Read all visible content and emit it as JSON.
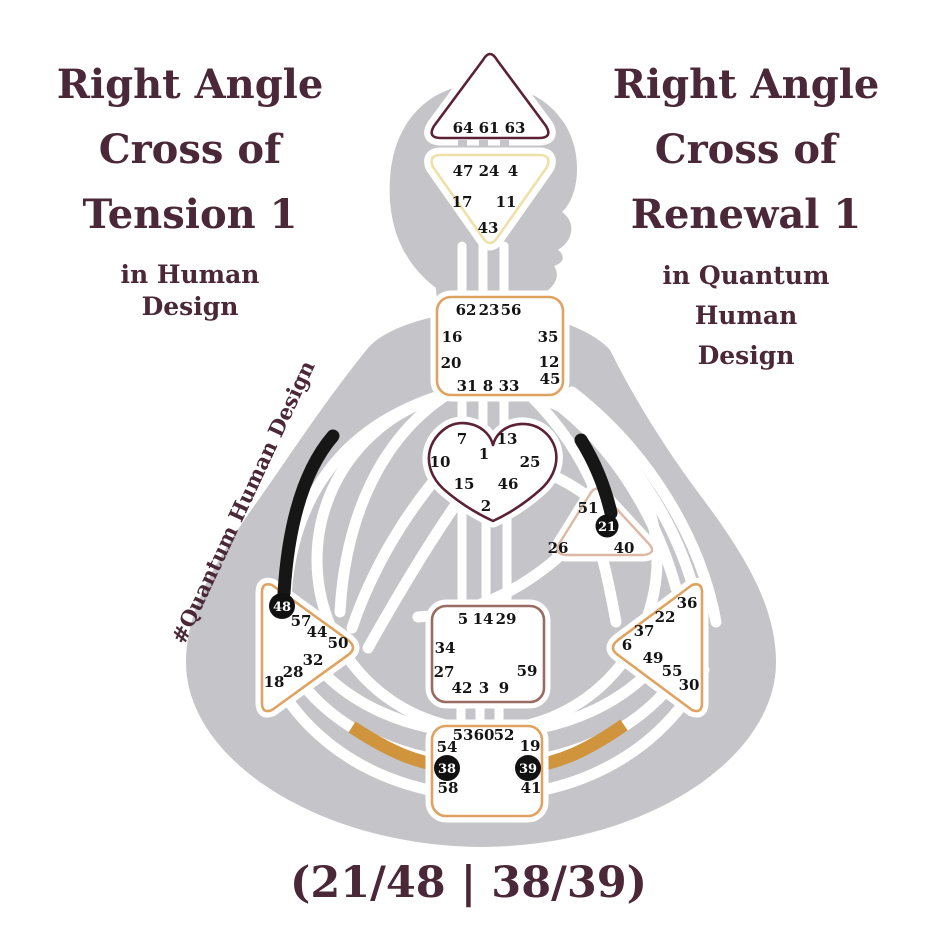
{
  "left_title": {
    "lines": [
      "Right Angle",
      "Cross of",
      "Tension 1"
    ],
    "sub_lines": [
      "in Human",
      "Design"
    ]
  },
  "right_title": {
    "lines": [
      "Right Angle",
      "Cross of",
      "Renewal 1"
    ],
    "sub_lines": [
      "in Quantum",
      "Human",
      "Design"
    ]
  },
  "hashtag": "#Quantum Human Design",
  "cross_notation": "(21/48 | 38/39)",
  "defined_gates": [
    "21",
    "48",
    "38",
    "39"
  ],
  "colors": {
    "maroon_text": "#4a2838",
    "dark_center_outline": "#5a2234",
    "tan_center_outline": "#dfa361",
    "ajna_outline": "#eee0a9",
    "sacral_outline": "#996b62",
    "ego_outline": "#ddb8a4",
    "gold_channel": "#cf943c",
    "black_channel": "#161616",
    "body_gray": "#c5c4c8"
  },
  "centers": {
    "head": {
      "gates": [
        "64",
        "61",
        "63"
      ]
    },
    "ajna": {
      "gates": [
        "47",
        "24",
        "4",
        "17",
        "11",
        "43"
      ]
    },
    "throat": {
      "gates": [
        "62",
        "23",
        "56",
        "16",
        "20",
        "35",
        "12",
        "45",
        "31",
        "8",
        "33"
      ]
    },
    "g": {
      "gates": [
        "7",
        "13",
        "1",
        "10",
        "25",
        "15",
        "46",
        "2"
      ]
    },
    "ego": {
      "gates": [
        "51",
        "21",
        "26",
        "40"
      ]
    },
    "spleen": {
      "gates": [
        "48",
        "57",
        "44",
        "50",
        "32",
        "28",
        "18"
      ]
    },
    "solar_plexus": {
      "gates": [
        "36",
        "22",
        "37",
        "6",
        "49",
        "55",
        "30"
      ]
    },
    "sacral": {
      "gates": [
        "5",
        "14",
        "29",
        "34",
        "27",
        "59",
        "42",
        "3",
        "9"
      ]
    },
    "root": {
      "gates": [
        "53",
        "60",
        "52",
        "54",
        "19",
        "38",
        "39",
        "58",
        "41"
      ]
    }
  }
}
